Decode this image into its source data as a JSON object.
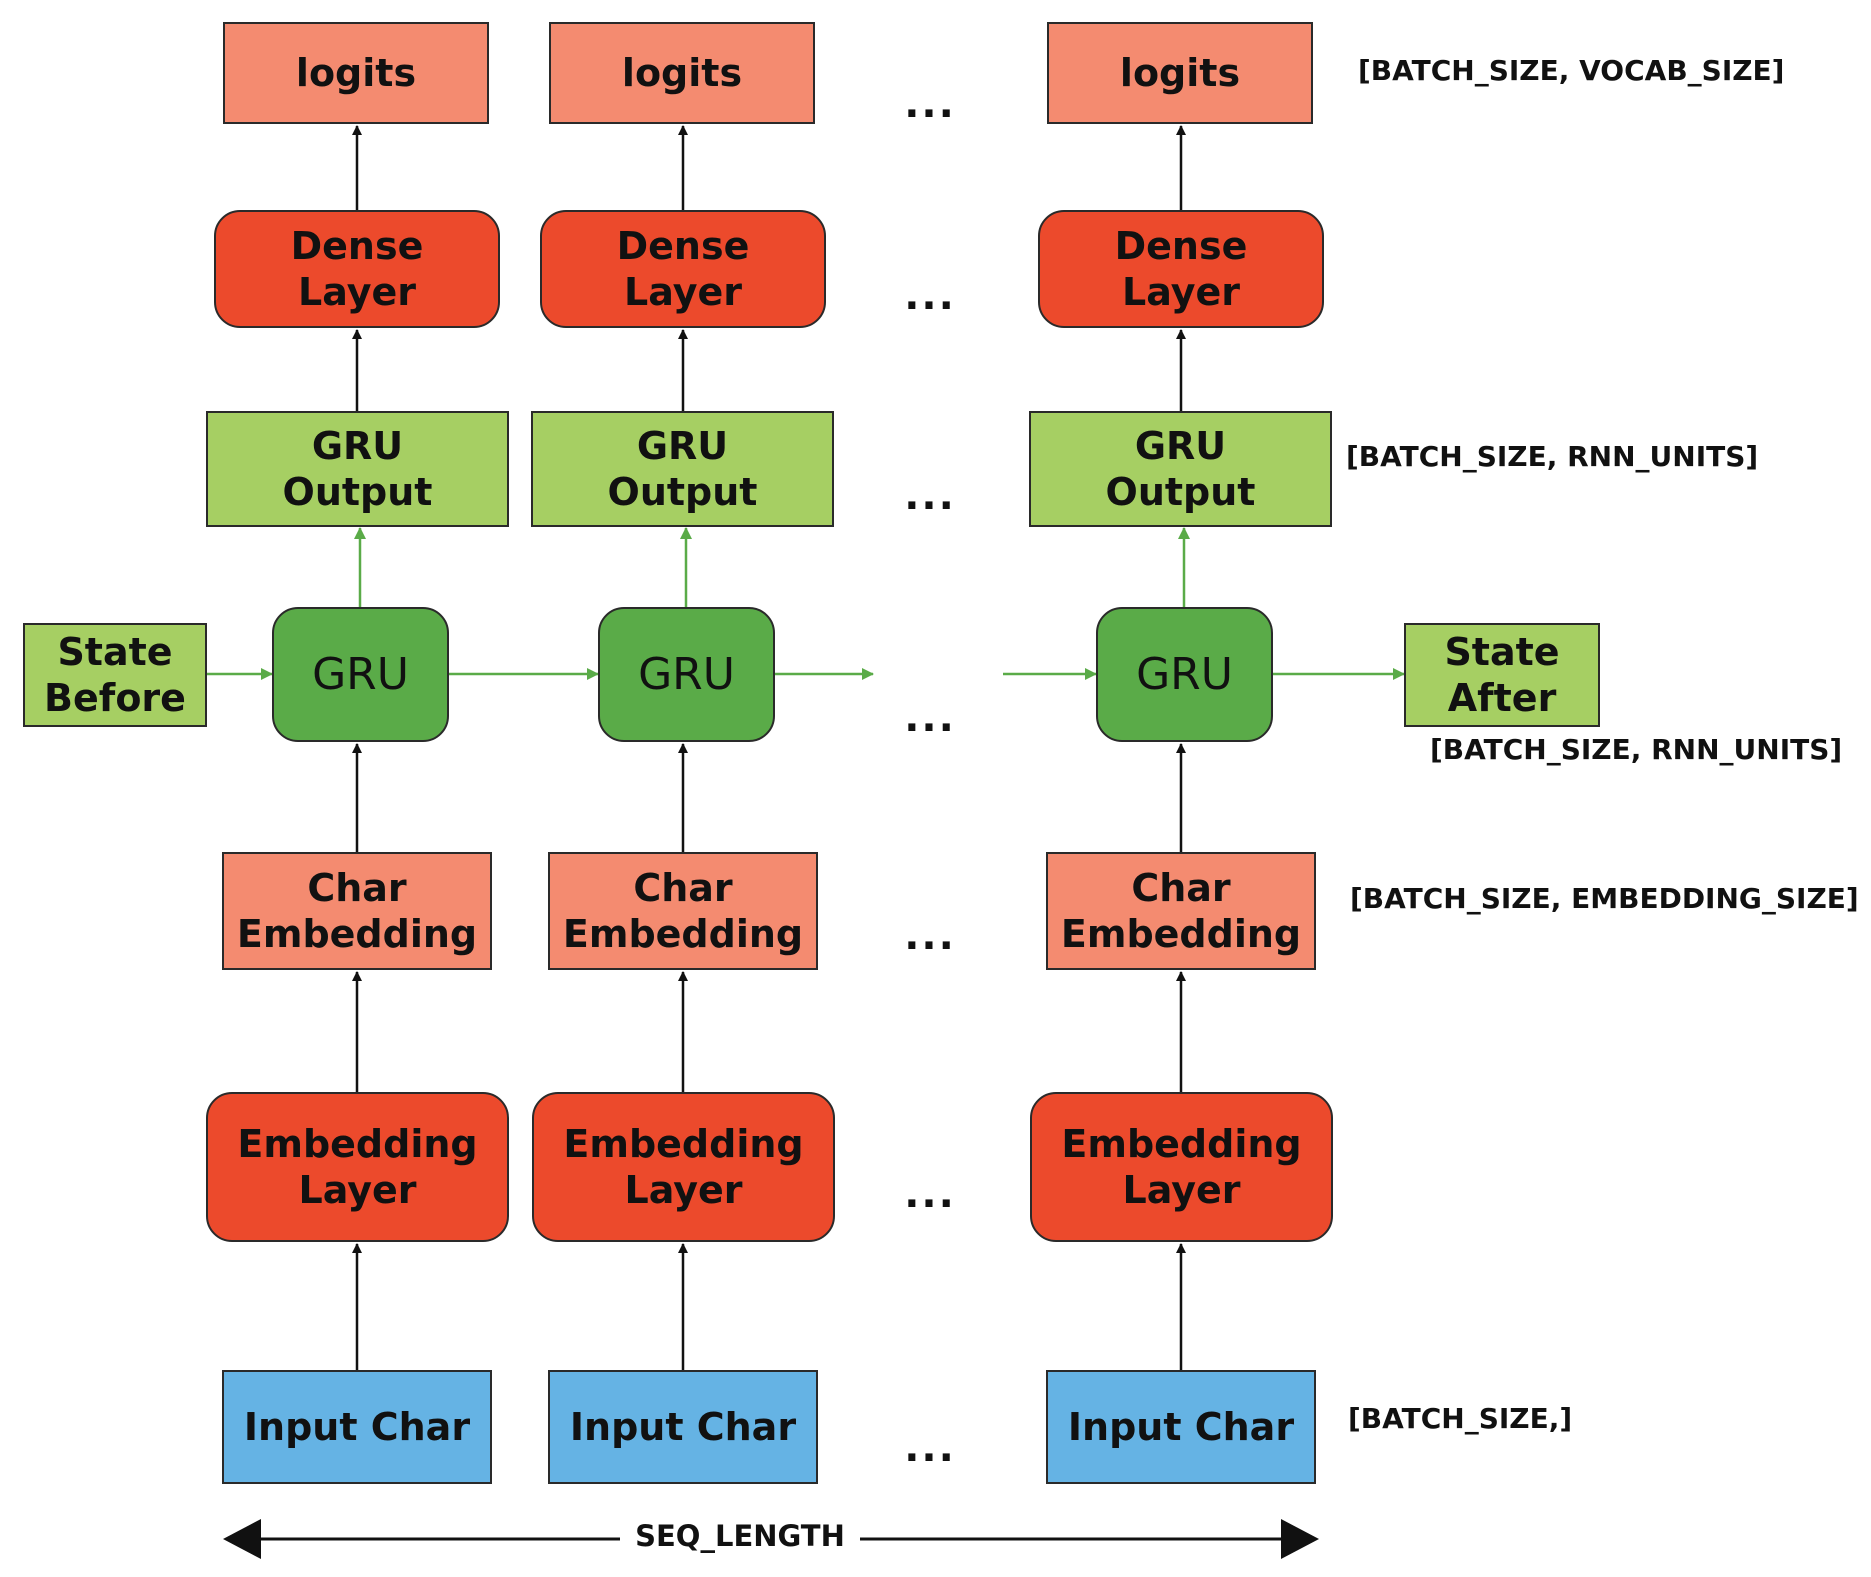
{
  "columns": [
    {
      "logits": "logits",
      "dense": [
        "Dense",
        "Layer"
      ],
      "gru_output": [
        "GRU",
        "Output"
      ],
      "gru": "GRU",
      "char_embedding": [
        "Char",
        "Embedding"
      ],
      "embedding_layer": [
        "Embedding",
        "Layer"
      ],
      "input": "Input Char"
    },
    {
      "logits": "logits",
      "dense": [
        "Dense",
        "Layer"
      ],
      "gru_output": [
        "GRU",
        "Output"
      ],
      "gru": "GRU",
      "char_embedding": [
        "Char",
        "Embedding"
      ],
      "embedding_layer": [
        "Embedding",
        "Layer"
      ],
      "input": "Input Char"
    },
    {
      "logits": "logits",
      "dense": [
        "Dense",
        "Layer"
      ],
      "gru_output": [
        "GRU",
        "Output"
      ],
      "gru": "GRU",
      "char_embedding": [
        "Char",
        "Embedding"
      ],
      "embedding_layer": [
        "Embedding",
        "Layer"
      ],
      "input": "Input Char"
    }
  ],
  "ellipsis": "...",
  "state_before": [
    "State",
    "Before"
  ],
  "state_after": [
    "State",
    "After"
  ],
  "shapes": {
    "logits": "[BATCH_SIZE, VOCAB_SIZE]",
    "gru_output": "[BATCH_SIZE, RNN_UNITS]",
    "state_after": "[BATCH_SIZE, RNN_UNITS]",
    "char_embedding": "[BATCH_SIZE, EMBEDDING_SIZE]",
    "input": "[BATCH_SIZE,]"
  },
  "seq_length": "SEQ_LENGTH",
  "colors": {
    "logits": "#f48b70",
    "dense": "#ec4a2c",
    "gru_output": "#a6cf63",
    "gru": "#5aab48",
    "state": "#a6cf63",
    "char_embedding": "#f48b70",
    "embedding_layer": "#ec4a2c",
    "input": "#65b3e4",
    "data_arrow": "#111111",
    "state_arrow": "#5aab48"
  }
}
